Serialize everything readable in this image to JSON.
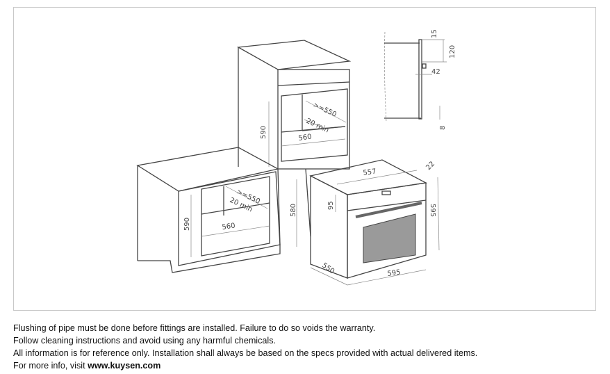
{
  "diagram": {
    "upper_cabinet": {
      "depth": ">=550",
      "gap": "20 min",
      "width": "560",
      "height": "590"
    },
    "lower_cabinet": {
      "depth": ">=550",
      "gap": "20 min",
      "width": "560",
      "height": "590"
    },
    "column_height": "580",
    "oven": {
      "top_width": "557",
      "front_offset": "22",
      "panel_height": "95",
      "height": "595",
      "depth": "550",
      "width": "595"
    },
    "side_detail": {
      "top": "15",
      "vent": "120",
      "offset": "42",
      "bottom": "8"
    },
    "colors": {
      "line": "#444444",
      "window": "#9a9a9a"
    }
  },
  "notes": {
    "line1": "Flushing of pipe must be done before fittings are installed. Failure to do so voids the warranty.",
    "line2": "Follow cleaning instructions and avoid using any harmful chemicals.",
    "line3": "All information is for reference only. Installation shall always be based on the specs provided with actual delivered items.",
    "line4_prefix": "For more info, visit ",
    "line4_link": "www.kuysen.com"
  }
}
